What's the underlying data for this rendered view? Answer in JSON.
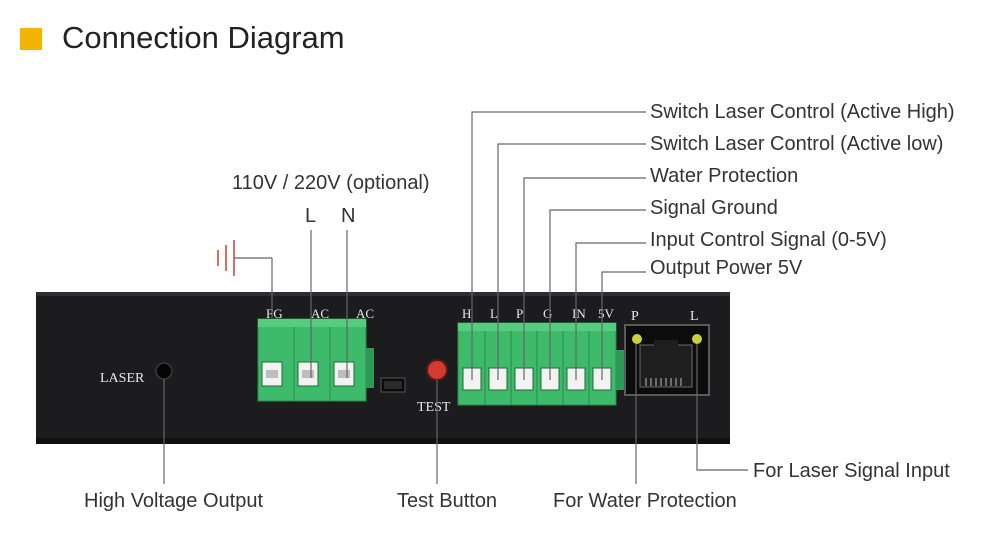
{
  "header": {
    "title": "Connection Diagram",
    "accent_color": "#f4b400"
  },
  "power_input": {
    "caption": "110V / 220V (optional)",
    "line_label": "L",
    "neutral_label": "N"
  },
  "device": {
    "laser_label": "LASER",
    "test_label": "TEST",
    "left_terminals": [
      "FG",
      "AC",
      "AC"
    ],
    "right_terminals": [
      "H",
      "L",
      "P",
      "G",
      "IN",
      "5V"
    ],
    "rj45_labels": [
      "P",
      "L"
    ],
    "terminal_color": "#3dba6a",
    "test_button_color": "#d23b2e"
  },
  "callouts": {
    "switch_high": "Switch Laser Control (Active High)",
    "switch_low": "Switch Laser Control (Active low)",
    "water": "Water Protection",
    "signal_ground": "Signal Ground",
    "input_control": "Input Control Signal (0-5V)",
    "output_power": "Output Power 5V",
    "high_voltage": "High Voltage Output",
    "test_button": "Test Button",
    "water_protection_port": "For Water Protection",
    "laser_signal_port": "For Laser Signal Input"
  }
}
